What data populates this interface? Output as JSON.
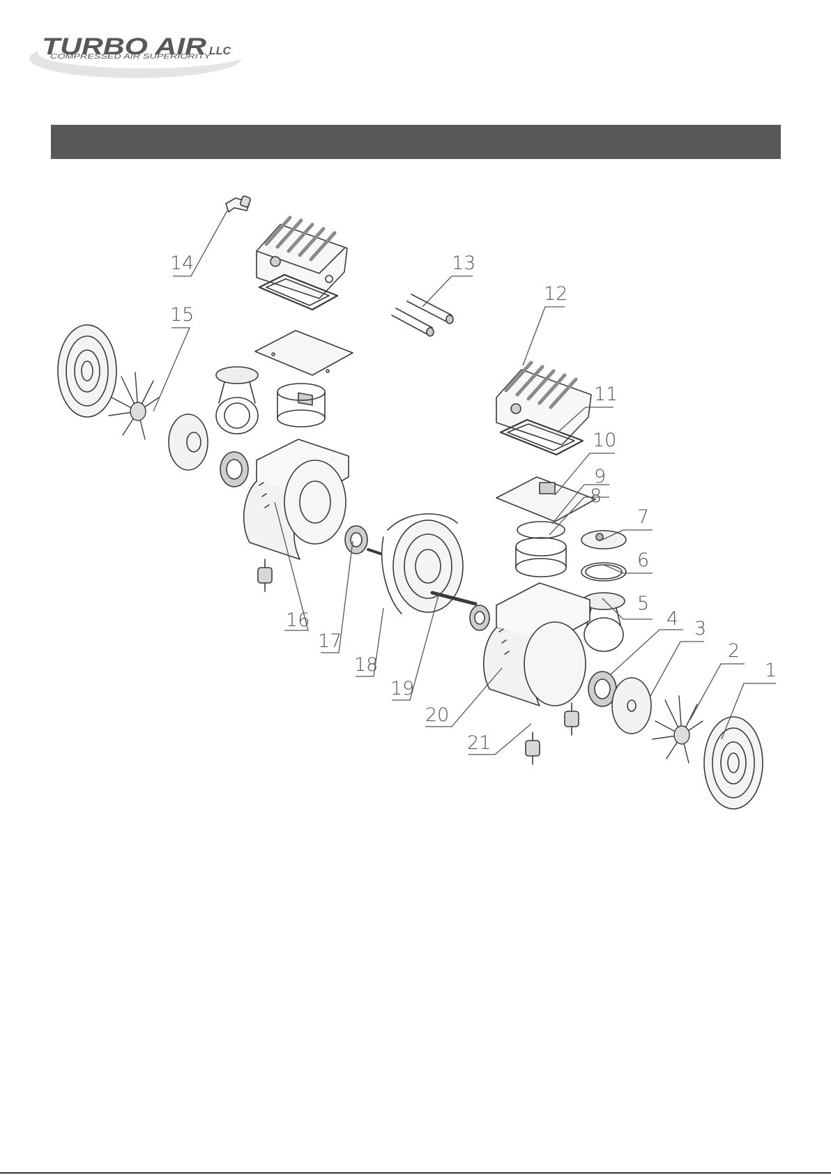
{
  "logo": {
    "brand": "TURBO AIR",
    "suffix": "LLC",
    "tagline": "COMPRESSED AIR SUPERIORITY",
    "colors": {
      "brand": "#58585a",
      "swoosh": "#cfcfcf"
    }
  },
  "banner": {
    "color": "#58585a"
  },
  "callouts": [
    "1",
    "2",
    "3",
    "4",
    "5",
    "6",
    "7",
    "8",
    "9",
    "10",
    "11",
    "12",
    "13",
    "14",
    "15",
    "16",
    "17",
    "18",
    "19",
    "20",
    "21"
  ]
}
